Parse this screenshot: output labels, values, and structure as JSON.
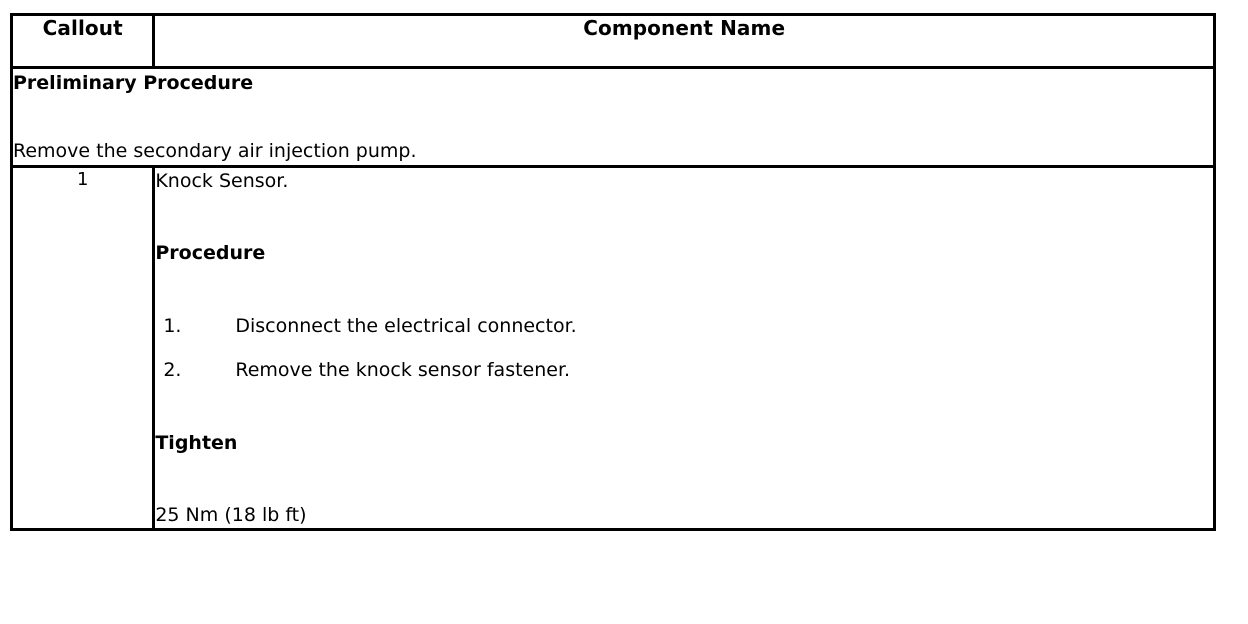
{
  "table": {
    "headers": {
      "callout": "Callout",
      "component_name": "Component Name"
    },
    "preliminary": {
      "title": "Preliminary Procedure",
      "text": "Remove the secondary air injection pump."
    },
    "rows": [
      {
        "callout": "1",
        "component_name": "Knock Sensor.",
        "procedure_heading": "Procedure",
        "steps": [
          {
            "number": "1.",
            "text": "Disconnect the electrical connector."
          },
          {
            "number": "2.",
            "text": "Remove the knock sensor fastener."
          }
        ],
        "tighten_heading": "Tighten",
        "tighten_value": "25 Nm (18 lb ft)"
      }
    ]
  },
  "colors": {
    "border": "#000000",
    "text": "#000000",
    "background": "#ffffff"
  }
}
